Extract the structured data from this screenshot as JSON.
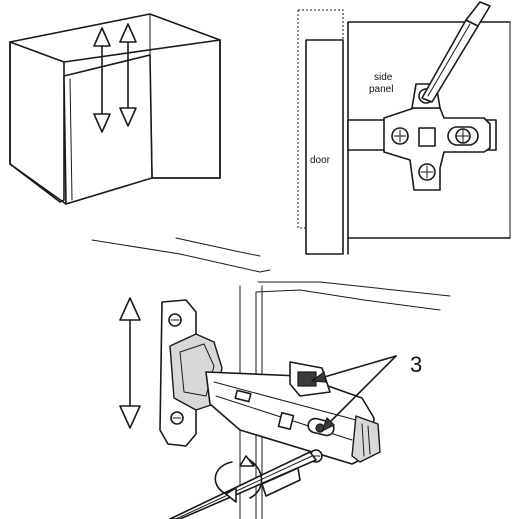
{
  "labels": {
    "side_panel_line1": "side",
    "side_panel_line2": "panel",
    "door": "door",
    "callout_number": "3"
  },
  "icons": {
    "vertical_adjust_arrows": "double-headed-vertical-arrow-icon",
    "rotate_arrow": "rotation-arrow-icon",
    "screwdriver": "screwdriver-icon"
  }
}
